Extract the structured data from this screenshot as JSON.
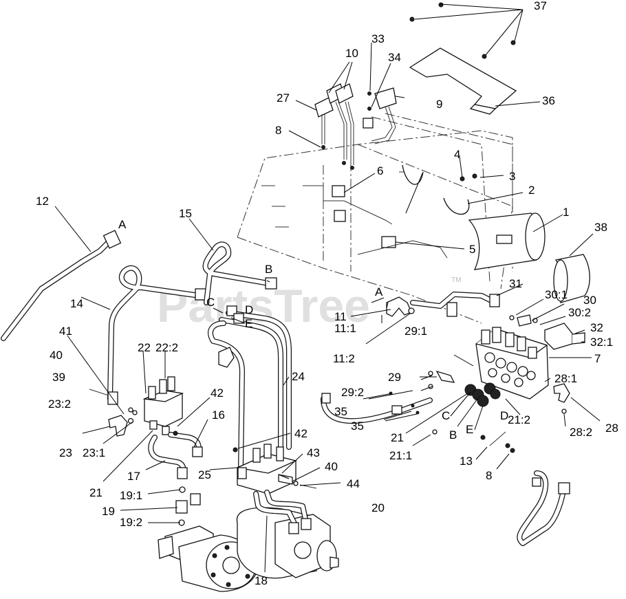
{
  "watermark": "PartsTree",
  "watermark_tm": "TM",
  "callouts": {
    "c1": "1",
    "c2": "2",
    "c3": "3",
    "c4": "4",
    "c5": "5",
    "c6": "6",
    "c7": "7",
    "c8a": "8",
    "c8b": "8",
    "c9": "9",
    "c10": "10",
    "c11": "11",
    "c11_1": "11:1",
    "c11_2": "11:2",
    "c12": "12",
    "c13": "13",
    "c14": "14",
    "c15": "15",
    "c16": "16",
    "c17": "17",
    "c18": "18",
    "c19": "19",
    "c19_1": "19:1",
    "c19_2": "19:2",
    "c20": "20",
    "c21a": "21",
    "c21b": "21",
    "c21_1": "21:1",
    "c21_2": "21:2",
    "c22": "22",
    "c22_2": "22:2",
    "c23": "23",
    "c23_1": "23:1",
    "c23_2": "23:2",
    "c24": "24",
    "c25": "25",
    "c27": "27",
    "c28": "28",
    "c28_1": "28:1",
    "c28_2": "28:2",
    "c29": "29",
    "c29_1": "29:1",
    "c29_2": "29:2",
    "c30": "30",
    "c30_1": "30:1",
    "c30_2": "30:2",
    "c31": "31",
    "c32": "32",
    "c32_1": "32:1",
    "c33": "33",
    "c34": "34",
    "c35a": "35",
    "c35b": "35",
    "c36": "36",
    "c37": "37",
    "c38": "38",
    "c39": "39",
    "c40a": "40",
    "c40b": "40",
    "c41": "41",
    "c42a": "42",
    "c42b": "42",
    "c43": "43",
    "c44": "44"
  },
  "port_letters": {
    "A_top": "A",
    "A_mid": "A",
    "B_top": "B",
    "C_top": "C",
    "D_top": "D",
    "E_top": "E",
    "B_bot": "B",
    "C_bot": "C",
    "D_bot": "D",
    "E_bot": "E"
  }
}
